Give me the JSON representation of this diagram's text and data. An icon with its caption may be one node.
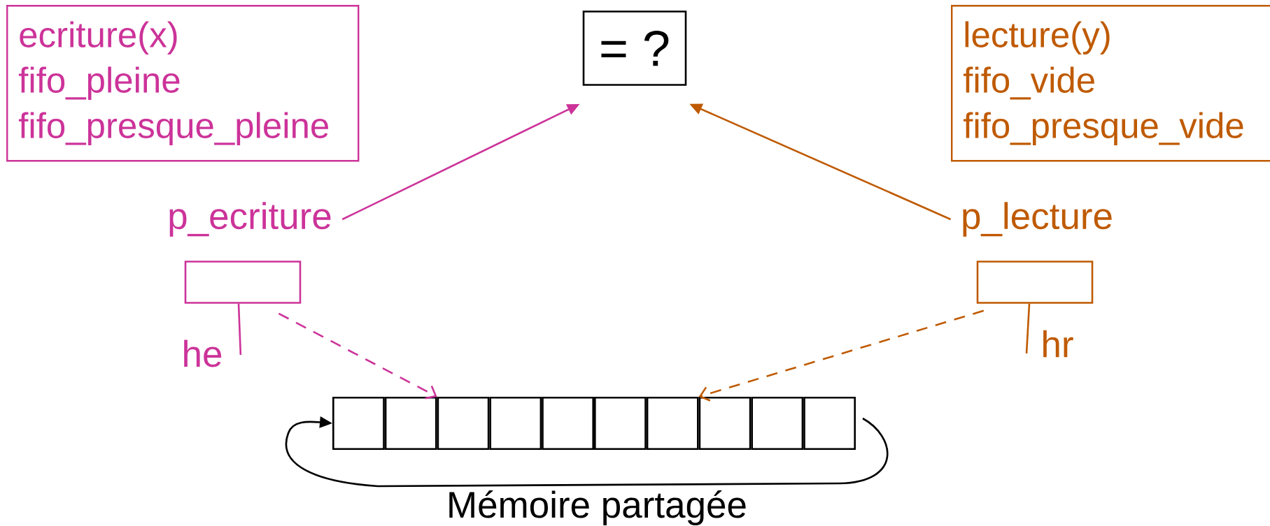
{
  "diagram": {
    "nodes": [
      {
        "text": [
          "ecriture(x)",
          "fifo_pleine",
          "fifo_presque_pleine"
        ]
      },
      {
        "text": [
          "= ?"
        ]
      },
      {
        "text": [
          "lecture(y)",
          "fifo_vide",
          "fifo_presque_vide"
        ]
      },
      {
        "text": [
          "p_ecriture"
        ]
      },
      {
        "text": [
          "p_lecture"
        ]
      },
      {
        "text": [],
        "shape": "box"
      },
      {
        "text": [
          "he"
        ]
      },
      {
        "text": [],
        "shape": "box"
      },
      {
        "text": [
          "hr"
        ]
      },
      {
        "text": [],
        "shape": "box"
      },
      {
        "text": [],
        "shape": "box"
      },
      {
        "text": [],
        "shape": "box"
      },
      {
        "text": [],
        "shape": "box"
      },
      {
        "text": [],
        "shape": "box"
      },
      {
        "text": [],
        "shape": "box"
      },
      {
        "text": [],
        "shape": "box"
      },
      {
        "text": [],
        "shape": "box"
      },
      {
        "text": [],
        "shape": "box"
      },
      {
        "text": [],
        "shape": "box"
      }
    ],
    "edges": [
      {
        "from": 3,
        "to": 1,
        "arrow": "to",
        "color": "#cc3399"
      },
      {
        "from": 4,
        "to": 1,
        "arrow": "to",
        "color": "#bf5a00"
      },
      {
        "from": 5,
        "to": 6,
        "arrow": "none",
        "color": "#cc3399"
      },
      {
        "from": 7,
        "to": 8,
        "arrow": "none",
        "color": "#bf5a00"
      },
      {
        "from": 5,
        "to": 11,
        "arrow": "to",
        "style": "dashed",
        "color": "#cc3399"
      },
      {
        "from": 7,
        "to": 16,
        "arrow": "to",
        "style": "dashed",
        "color": "#bf5a00"
      },
      {
        "from": 18,
        "to": 9,
        "arrow": "to",
        "color": "#000000"
      }
    ],
    "labels": [
      "Mémoire partagée"
    ]
  }
}
